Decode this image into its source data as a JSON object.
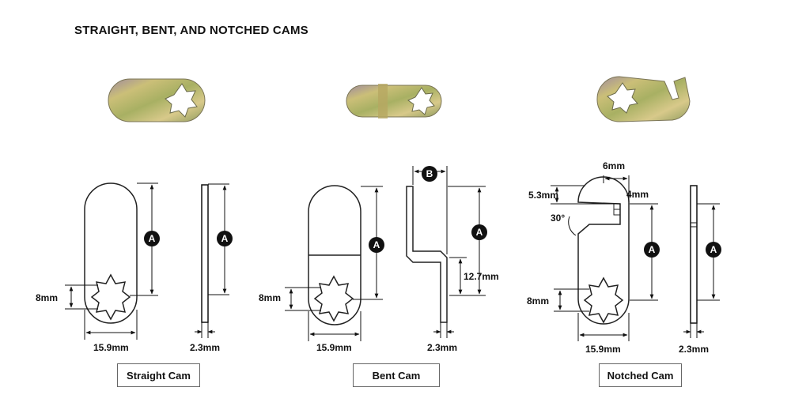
{
  "title": "STRAIGHT, BENT, AND NOTCHED CAMS",
  "colors": {
    "outline": "#222222",
    "badge": "#111111",
    "metal_light": "#d8c98a",
    "metal_mid": "#a9a35d",
    "metal_dark": "#7d8a55",
    "metal_purple": "#a08aa8"
  },
  "cams": {
    "straight": {
      "caption": "Straight Cam",
      "dims": {
        "length_label": "A",
        "width": "15.9mm",
        "hole": "8mm",
        "thickness": "2.3mm",
        "side_label": "A"
      }
    },
    "bent": {
      "caption": "Bent Cam",
      "dims": {
        "length_label": "A",
        "width": "15.9mm",
        "hole": "8mm",
        "thickness": "2.3mm",
        "offset_label": "B",
        "side_label": "A",
        "bend": "12.7mm"
      }
    },
    "notched": {
      "caption": "Notched Cam",
      "dims": {
        "top": "6mm",
        "notch_height": "5.3mm",
        "notch_depth": "4mm",
        "angle": "30°",
        "length_label": "A",
        "hole": "8mm",
        "width": "15.9mm",
        "thickness": "2.3mm",
        "side_label": "A"
      }
    }
  }
}
